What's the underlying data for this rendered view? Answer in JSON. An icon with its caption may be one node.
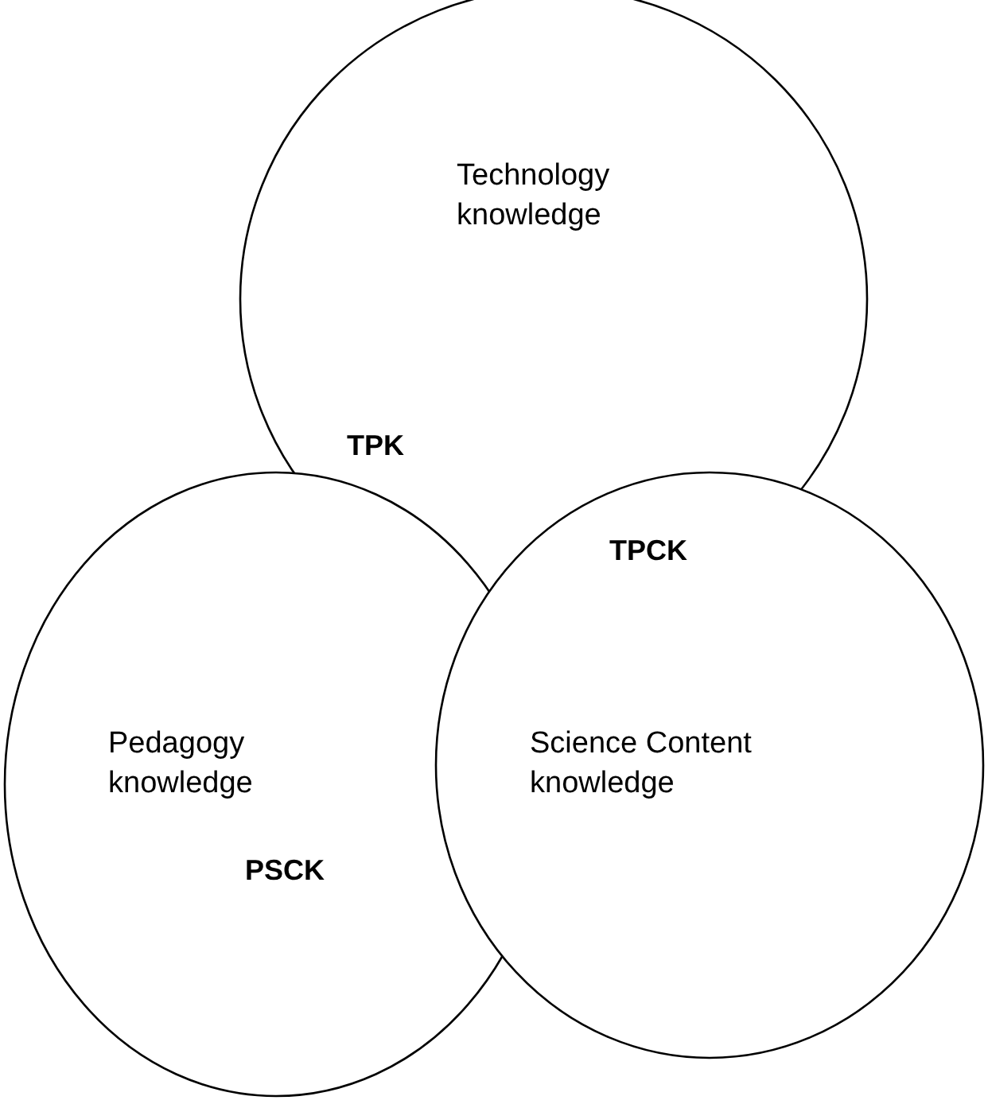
{
  "diagram": {
    "nodes": [
      {
        "text": [
          "Technology knowledge"
        ]
      },
      {
        "text": [
          "Pedagogy knowledge"
        ]
      },
      {
        "text": [
          "Science Content knowledge"
        ]
      }
    ],
    "labels": [
      "TPK",
      "TPCK",
      "PSCK"
    ]
  }
}
